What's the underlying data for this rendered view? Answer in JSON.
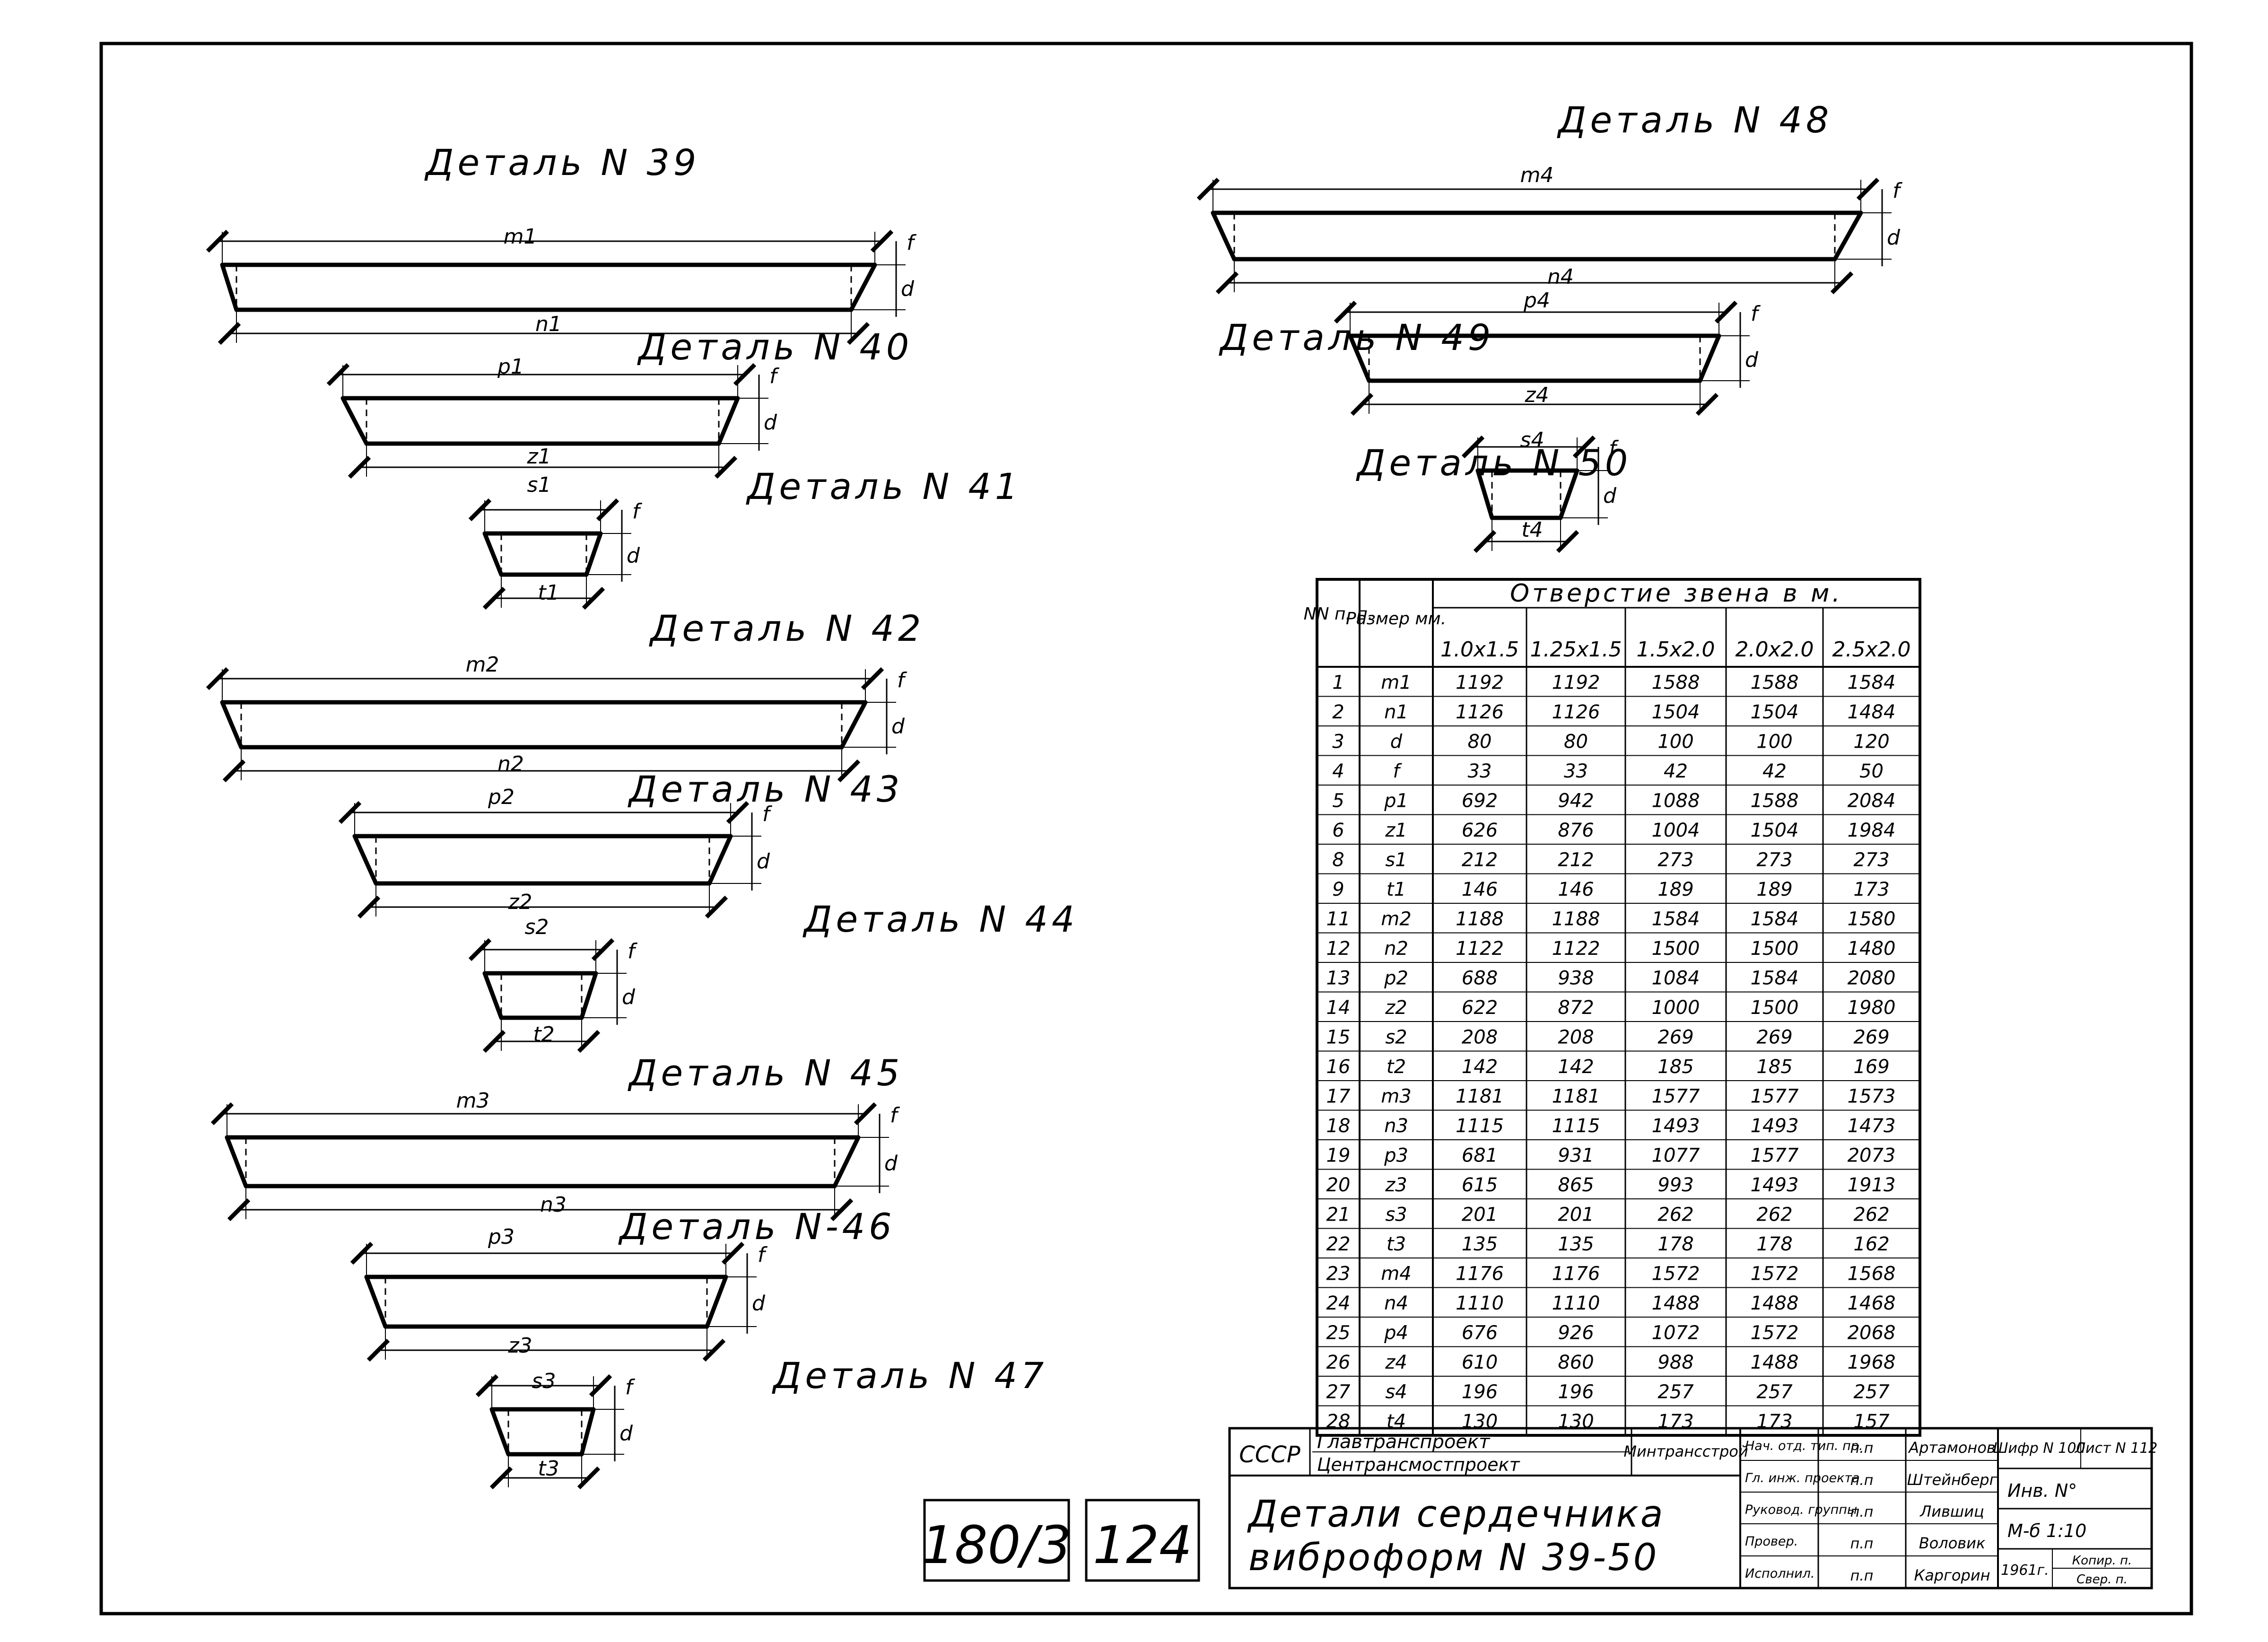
{
  "details": [
    {
      "title": "Деталь N 39",
      "top": "m1",
      "bottom": "n1"
    },
    {
      "title": "Деталь N 40",
      "top": "p1",
      "bottom": "z1"
    },
    {
      "title": "Деталь N 41",
      "top": "s1",
      "bottom": "t1"
    },
    {
      "title": "Деталь N 42",
      "top": "m2",
      "bottom": "n2"
    },
    {
      "title": "Деталь N 43",
      "top": "p2",
      "bottom": "z2"
    },
    {
      "title": "Деталь N 44",
      "top": "s2",
      "bottom": "t2"
    },
    {
      "title": "Деталь N 45",
      "top": "m3",
      "bottom": "n3"
    },
    {
      "title": "Деталь N-46",
      "top": "p3",
      "bottom": "z3"
    },
    {
      "title": "Деталь N 47",
      "top": "s3",
      "bottom": "t3"
    },
    {
      "title": "Деталь N 48",
      "top": "m4",
      "bottom": "n4"
    },
    {
      "title": "Деталь N 49",
      "top": "p4",
      "bottom": "z4"
    },
    {
      "title": "Деталь N 50",
      "top": "s4",
      "bottom": "t4"
    }
  ],
  "dim_labels": {
    "f": "f",
    "d": "d"
  },
  "table": {
    "header_nn": "NN п. п.",
    "header_size": "Размер мм.",
    "header_group": "Отверстие звена в м.",
    "columns": [
      "1.0x1.5",
      "1.25x1.5",
      "1.5x2.0",
      "2.0x2.0",
      "2.5x2.0"
    ],
    "rows": [
      [
        "1",
        "m1",
        "1192",
        "1192",
        "1588",
        "1588",
        "1584"
      ],
      [
        "2",
        "n1",
        "1126",
        "1126",
        "1504",
        "1504",
        "1484"
      ],
      [
        "3",
        "d",
        "80",
        "80",
        "100",
        "100",
        "120"
      ],
      [
        "4",
        "f",
        "33",
        "33",
        "42",
        "42",
        "50"
      ],
      [
        "5",
        "p1",
        "692",
        "942",
        "1088",
        "1588",
        "2084"
      ],
      [
        "6",
        "z1",
        "626",
        "876",
        "1004",
        "1504",
        "1984"
      ],
      [
        "8",
        "s1",
        "212",
        "212",
        "273",
        "273",
        "273"
      ],
      [
        "9",
        "t1",
        "146",
        "146",
        "189",
        "189",
        "173"
      ],
      [
        "11",
        "m2",
        "1188",
        "1188",
        "1584",
        "1584",
        "1580"
      ],
      [
        "12",
        "n2",
        "1122",
        "1122",
        "1500",
        "1500",
        "1480"
      ],
      [
        "13",
        "p2",
        "688",
        "938",
        "1084",
        "1584",
        "2080"
      ],
      [
        "14",
        "z2",
        "622",
        "872",
        "1000",
        "1500",
        "1980"
      ],
      [
        "15",
        "s2",
        "208",
        "208",
        "269",
        "269",
        "269"
      ],
      [
        "16",
        "t2",
        "142",
        "142",
        "185",
        "185",
        "169"
      ],
      [
        "17",
        "m3",
        "1181",
        "1181",
        "1577",
        "1577",
        "1573"
      ],
      [
        "18",
        "n3",
        "1115",
        "1115",
        "1493",
        "1493",
        "1473"
      ],
      [
        "19",
        "p3",
        "681",
        "931",
        "1077",
        "1577",
        "2073"
      ],
      [
        "20",
        "z3",
        "615",
        "865",
        "993",
        "1493",
        "1913"
      ],
      [
        "21",
        "s3",
        "201",
        "201",
        "262",
        "262",
        "262"
      ],
      [
        "22",
        "t3",
        "135",
        "135",
        "178",
        "178",
        "162"
      ],
      [
        "23",
        "m4",
        "1176",
        "1176",
        "1572",
        "1572",
        "1568"
      ],
      [
        "24",
        "n4",
        "1110",
        "1110",
        "1488",
        "1488",
        "1468"
      ],
      [
        "25",
        "p4",
        "676",
        "926",
        "1072",
        "1572",
        "2068"
      ],
      [
        "26",
        "z4",
        "610",
        "860",
        "988",
        "1488",
        "1968"
      ],
      [
        "27",
        "s4",
        "196",
        "196",
        "257",
        "257",
        "257"
      ],
      [
        "28",
        "t4",
        "130",
        "130",
        "173",
        "173",
        "157"
      ]
    ]
  },
  "stamp": {
    "country": "СССР",
    "org1": "Главтранспроект",
    "org2": "Центрансмостпроект",
    "ministry": "Минтрансстрой",
    "title_line1": "Детали сердечника",
    "title_line2": "виброформ N 39-50",
    "roles": [
      "Нач. отд. тип. пр.",
      "Гл. инж. проекта",
      "Руковод. группы",
      "Провер.",
      "Исполнил."
    ],
    "signs": [
      "п.п",
      "п.п",
      "п.п",
      "п.п",
      "п.п"
    ],
    "names": [
      "Артамонов",
      "Штейнберг",
      "Лившиц",
      "Воловик",
      "Каргорин"
    ],
    "code": "Шифр N 100",
    "sheet": "Лист N 112",
    "inv": "Инв. N°",
    "scale": "М-б 1:10",
    "year": "1961г.",
    "copy": "Копир. п.",
    "check": "Свер. п."
  },
  "doc_number": "180/3",
  "doc_page": "124"
}
